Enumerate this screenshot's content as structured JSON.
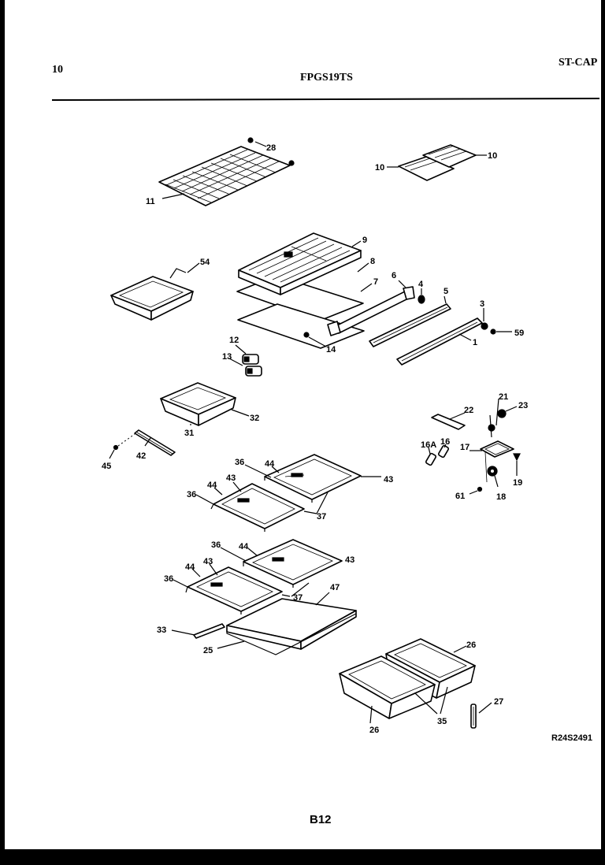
{
  "header": {
    "left_number": "10",
    "model": "FPGS19TS",
    "right_code": "ST-CAP"
  },
  "footer": {
    "drawing_code": "R24S2491",
    "page_number": "B12"
  },
  "callouts": {
    "c28": "28",
    "c11": "11",
    "c10a": "10",
    "c10b": "10",
    "c54": "54",
    "c9": "9",
    "c8": "8",
    "c7": "7",
    "c6": "6",
    "c4": "4",
    "c5": "5",
    "c3": "3",
    "c59": "59",
    "c1": "1",
    "c14": "14",
    "c12": "12",
    "c13": "13",
    "c32": "32",
    "c31": "31",
    "c21": "21",
    "c23": "23",
    "c22": "22",
    "c16a": "16A",
    "c16": "16",
    "c17": "17",
    "c19": "19",
    "c18": "18",
    "c61": "61",
    "c42": "42",
    "c45": "45",
    "c36a": "36",
    "c44a": "44",
    "c43a": "43",
    "c44b": "44",
    "c43b": "43",
    "c36b": "36",
    "c37a": "37",
    "c36c": "36",
    "c44c": "44",
    "c43c": "43",
    "c44d": "44",
    "c43d": "43",
    "c36d": "36",
    "c37b": "37",
    "c47": "47",
    "c33": "33",
    "c25": "25",
    "c26a": "26",
    "c27": "27",
    "c26b": "26",
    "c35": "35"
  }
}
